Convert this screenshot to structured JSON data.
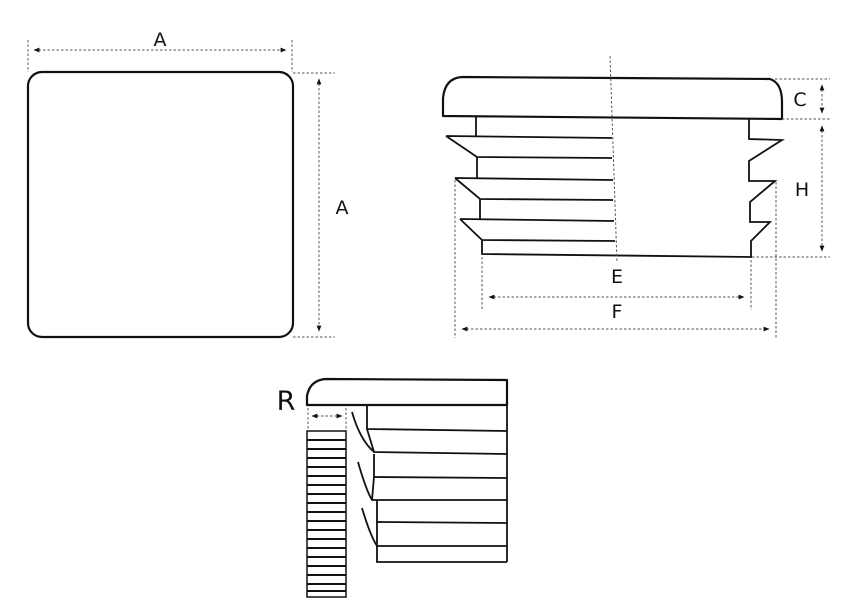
{
  "diagram": {
    "type": "technical-drawing",
    "subject": "square plastic end cap insert with ribbed fins",
    "colors": {
      "line": "#111111",
      "dimension": "#555555",
      "background": "#ffffff"
    },
    "views": {
      "top_view": {
        "labels": {
          "width": "A",
          "height": "A"
        }
      },
      "side_view": {
        "labels": {
          "cap_thickness": "C",
          "insert_height": "H",
          "inner_width": "E",
          "fin_width": "F"
        }
      },
      "detail_view": {
        "labels": {
          "radius": "R"
        }
      }
    }
  }
}
